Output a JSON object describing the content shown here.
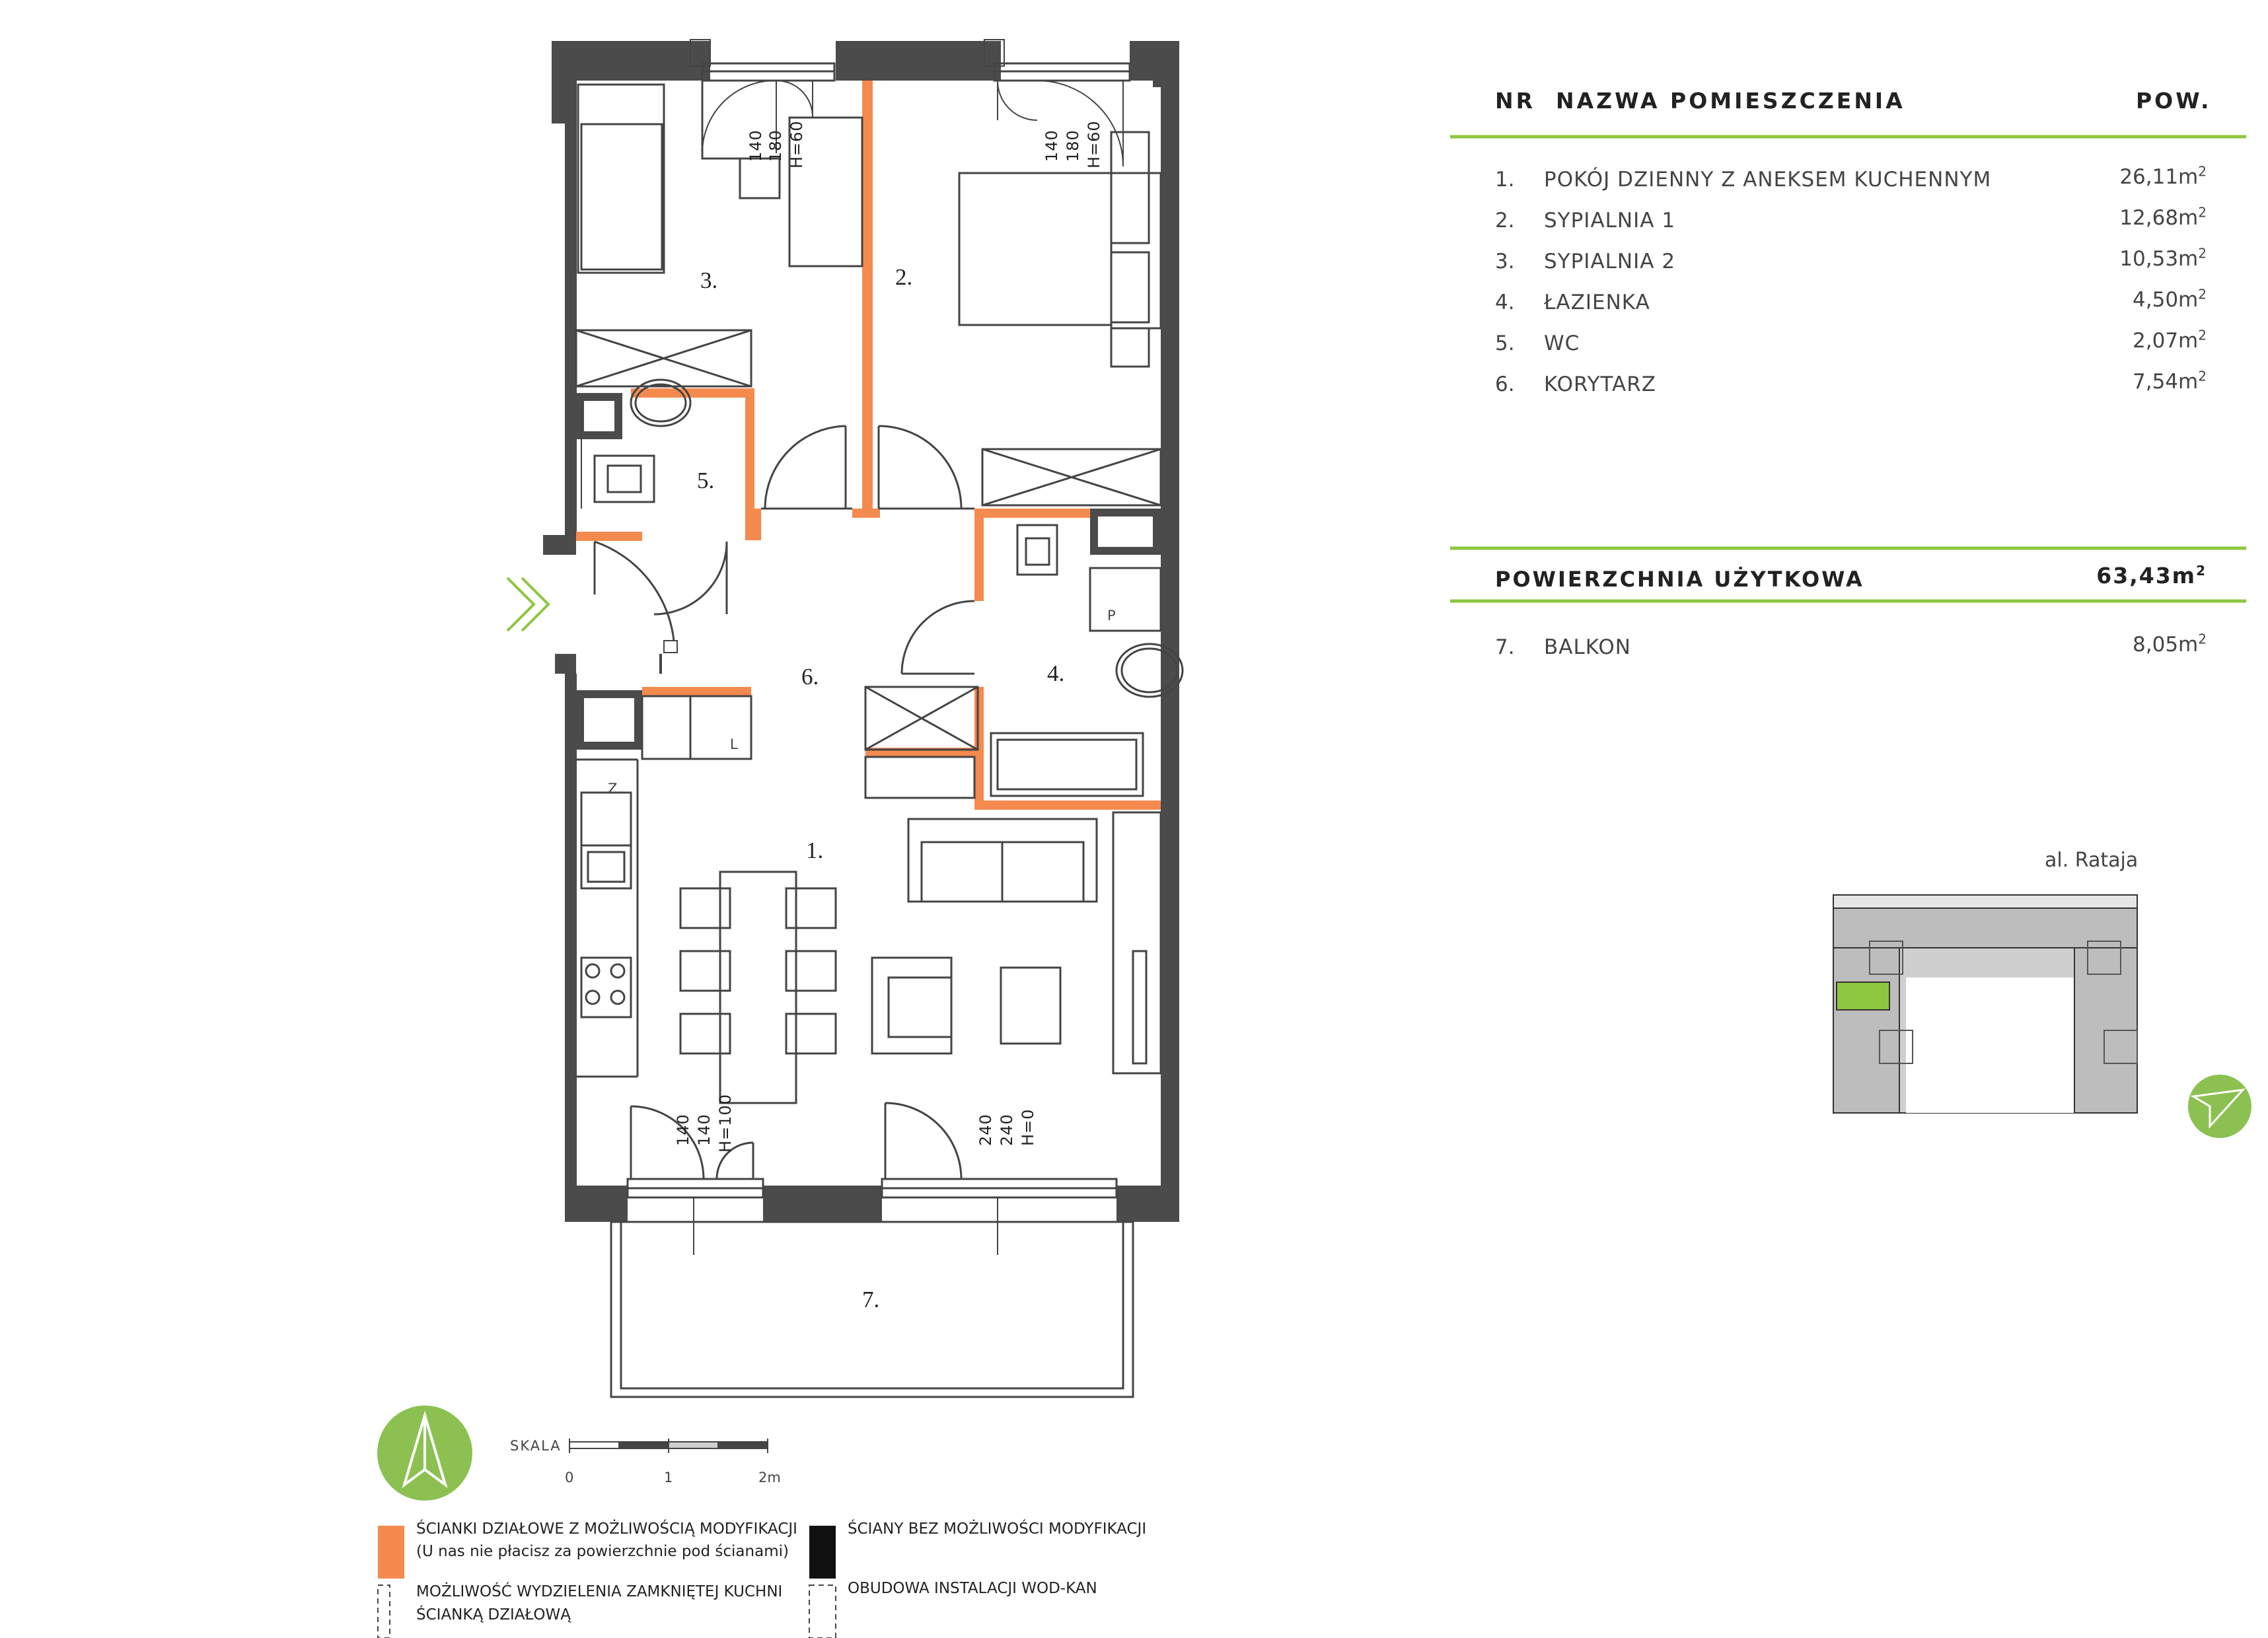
{
  "table": {
    "headers": {
      "nr": "NR",
      "name": "NAZWA POMIESZCZENIA",
      "area": "POW."
    },
    "rows": [
      {
        "nr": "1.",
        "name": "POKÓJ DZIENNY Z ANEKSEM KUCHENNYM",
        "area": "26,11m",
        "unit_sup": "2"
      },
      {
        "nr": "2.",
        "name": "SYPIALNIA 1",
        "area": "12,68m",
        "unit_sup": "2"
      },
      {
        "nr": "3.",
        "name": "SYPIALNIA 2",
        "area": "10,53m",
        "unit_sup": "2"
      },
      {
        "nr": "4.",
        "name": "ŁAZIENKA",
        "area": "4,50m",
        "unit_sup": "2"
      },
      {
        "nr": "5.",
        "name": "WC",
        "area": "2,07m",
        "unit_sup": "2"
      },
      {
        "nr": "6.",
        "name": "KORYTARZ",
        "area": "7,54m",
        "unit_sup": "2"
      }
    ],
    "usable": {
      "label": "POWIERZCHNIA UŻYTKOWA",
      "area": "63,43m",
      "unit_sup": "2"
    },
    "balcony": {
      "nr": "7.",
      "name": "BALKON",
      "area": "8,05m",
      "unit_sup": "2"
    }
  },
  "plan": {
    "room_labels": [
      "1.",
      "2.",
      "3.",
      "4.",
      "5.",
      "6.",
      "7."
    ],
    "window_dims": {
      "w_bed2": [
        "140",
        "180",
        "H=60"
      ],
      "w_bed1": [
        "140",
        "180",
        "H=60"
      ],
      "w_living_left": [
        "140",
        "140",
        "H=100"
      ],
      "w_living_right": [
        "240",
        "240",
        "H=0"
      ]
    },
    "kitchen_marks": {
      "fridge": "Z",
      "dishwasher": "L",
      "bath_p": "P"
    }
  },
  "scale": {
    "label": "SKALA",
    "ticks": [
      "0",
      "1",
      "2m"
    ]
  },
  "site_map": {
    "street": "al. Rataja"
  },
  "legend": {
    "orange": "ŚCIANKI DZIAŁOWE Z MOŻLIWOŚCIĄ MODYFIKACJI",
    "orange_note": "(U nas nie płacisz za powierzchnie pod ścianami)",
    "black": "ŚCIANY BEZ MOŻLIWOŚCI MODYFIKACJI",
    "dashed_kitchen_1": "MOŻLIWOŚĆ WYDZIELENIA ZAMKNIĘTEJ KUCHNI",
    "dashed_kitchen_2": "ŚCIANKĄ DZIAŁOWĄ",
    "dashed_install": "OBUDOWA INSTALACJI WOD-KAN"
  },
  "colors": {
    "accent_green": "#8dc63f",
    "green_circle": "#8cc152",
    "orange_wall": "#f58a4f",
    "wall_dark": "#4b4b4b",
    "line": "#444444"
  }
}
